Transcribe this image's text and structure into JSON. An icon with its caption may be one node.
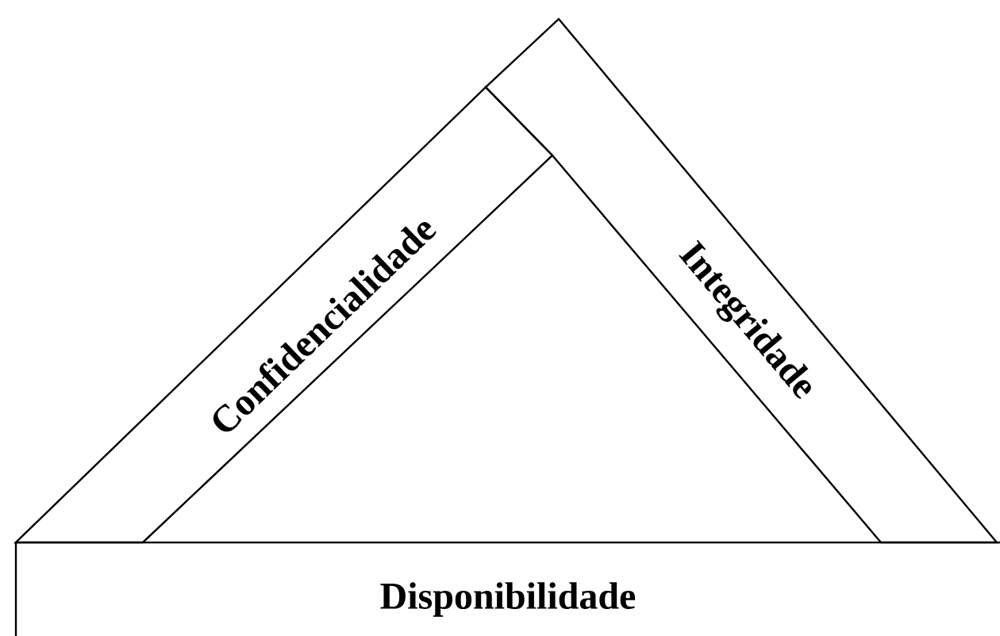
{
  "diagram": {
    "nodes": [
      {
        "text": [
          "Confidencialidade"
        ]
      },
      {
        "text": [
          "Integridade"
        ]
      },
      {
        "text": [
          "Disponibilidade"
        ]
      }
    ]
  }
}
